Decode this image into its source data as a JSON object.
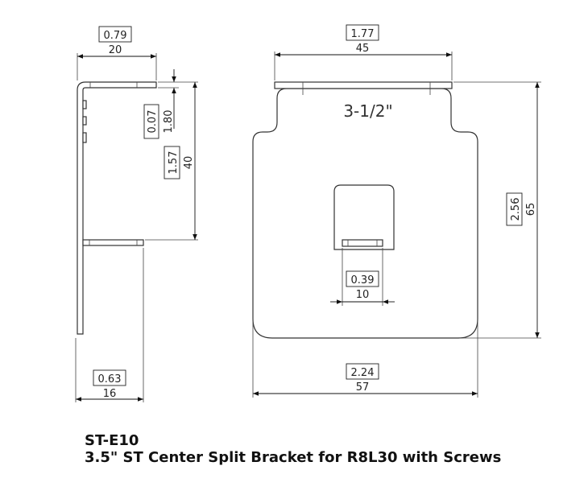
{
  "caption": {
    "part_number": "ST-E10",
    "description": "3.5\" ST Center Split Bracket for R8L30 with Screws"
  },
  "stamp_text": "3-1/2\"",
  "dimensions": {
    "side_top_width": {
      "inch": "0.79",
      "mm": "20"
    },
    "side_thickness": {
      "inch": "0.07",
      "mm": "1.80"
    },
    "side_height": {
      "inch": "1.57",
      "mm": "40"
    },
    "side_bottom_width": {
      "inch": "0.63",
      "mm": "16"
    },
    "front_top_width": {
      "inch": "1.77",
      "mm": "45"
    },
    "front_height": {
      "inch": "2.56",
      "mm": "65"
    },
    "slot_width": {
      "inch": "0.39",
      "mm": "10"
    },
    "front_bottom_width": {
      "inch": "2.24",
      "mm": "57"
    }
  }
}
